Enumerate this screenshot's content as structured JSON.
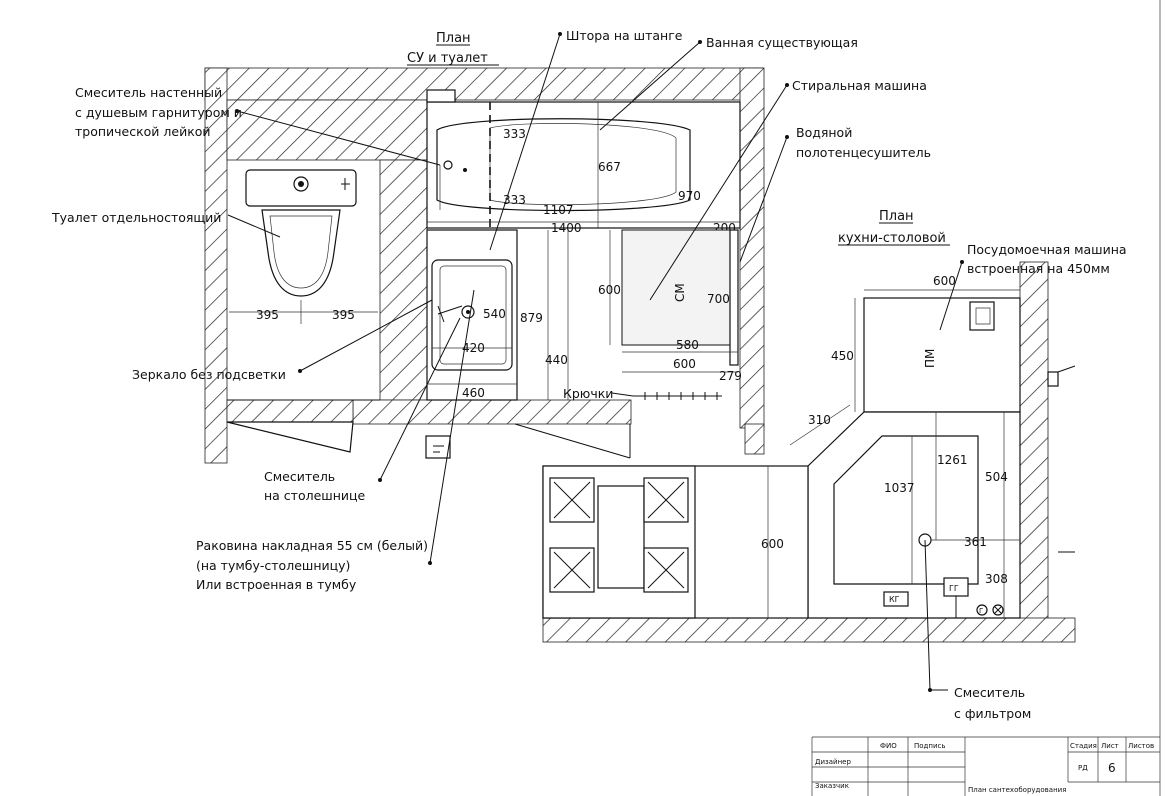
{
  "titles": {
    "bath_line1": "План",
    "bath_line2": "СУ и туалет",
    "kitchen_line1": "План",
    "kitchen_line2": "кухни-столовой"
  },
  "labels": {
    "curtain": "Штора на штанге",
    "bath": "Ванная существующая",
    "washer": "Стиральная машина",
    "towel1": "Водяной",
    "towel2": "полотенцесушитель",
    "mixer_wall1": "Смеситель настенный",
    "mixer_wall2": "с душевым гарнитуром и",
    "mixer_wall3": "тропической лейкой",
    "toilet": "Туалет отдельностоящий",
    "mirror": "Зеркало без подсветки",
    "mixer_counter1": "Смеситель",
    "mixer_counter2": "на столешнице",
    "sink1": "Раковина накладная 55 см (белый)",
    "sink2": "(на тумбу-столешницу)",
    "sink3": "Или встроенная в тумбу",
    "hooks": "Крючки",
    "dishwasher1": "Посудомоечная машина",
    "dishwasher2": "встроенная на 450мм",
    "mixer_filter1": "Смеситель",
    "mixer_filter2": "с фильтром",
    "sm": "СМ",
    "pm": "ПМ",
    "kg": "КГ",
    "gh": "ГГ",
    "g_symbol": "Г"
  },
  "dims": {
    "d333a": "333",
    "d333b": "333",
    "d667": "667",
    "d970": "970",
    "d1107": "1107",
    "d1400": "1400",
    "d200": "200",
    "d395a": "395",
    "d395b": "395",
    "d600_wash": "600",
    "d700": "700",
    "d580": "580",
    "d600_wash_w": "600",
    "d279": "279",
    "d540": "540",
    "d879": "879",
    "d420": "420",
    "d440": "440",
    "d460": "460",
    "d600_k": "600",
    "d450": "450",
    "d310": "310",
    "d1261": "1261",
    "d1037": "1037",
    "d504": "504",
    "d600_kitchen": "600",
    "d361": "361",
    "d308": "308"
  },
  "stamp": {
    "fio": "ФИО",
    "sign": "Подпись",
    "stage": "Стадия",
    "sheet": "Лист",
    "sheets": "Листов",
    "designer": "Дизайнер",
    "customer": "Заказчик",
    "stage_val": "РД",
    "sheet_val": "6",
    "doc_title": "План сантехоборудования"
  }
}
